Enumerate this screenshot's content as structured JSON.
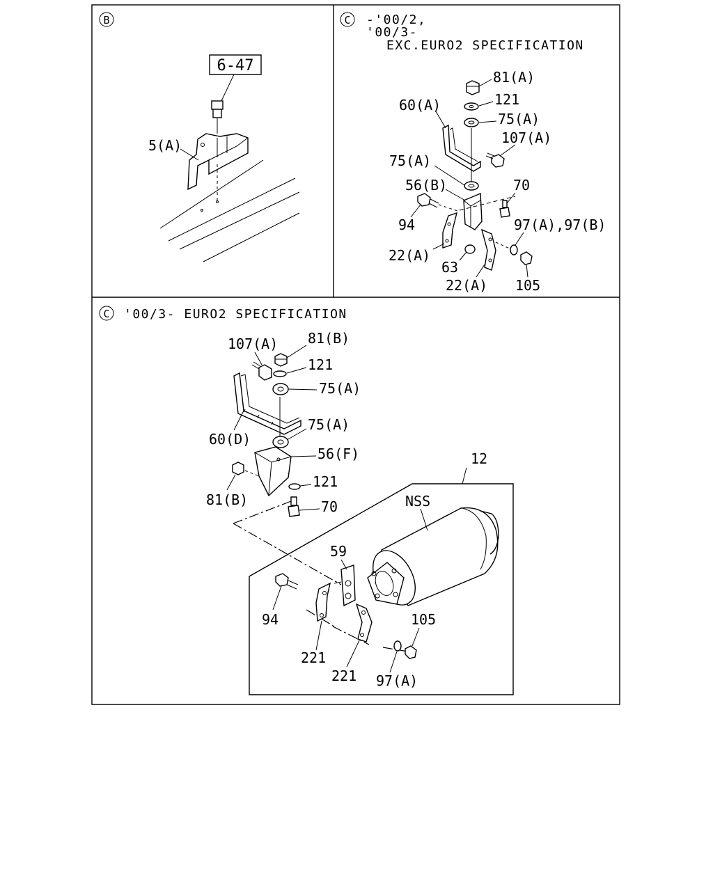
{
  "panels": {
    "b": {
      "marker": "B",
      "ref_box": "6-47",
      "labels": {
        "p5a": "5(A)"
      }
    },
    "c1": {
      "marker": "C",
      "header": [
        "-'00/2,",
        "'00/3-",
        "EXC.EURO2 SPECIFICATION"
      ],
      "labels": {
        "p81a": "81(A)",
        "p121": "121",
        "p60a": "60(A)",
        "p75a_top": "75(A)",
        "p107a": "107(A)",
        "p75a_mid": "75(A)",
        "p56b": "56(B)",
        "p70": "70",
        "p94": "94",
        "p97": "97(A),97(B)",
        "p22a_left": "22(A)",
        "p63": "63",
        "p22a_right": "22(A)",
        "p105": "105"
      }
    },
    "c2": {
      "marker": "C",
      "header": "'00/3- EURO2 SPECIFICATION",
      "labels": {
        "p107a": "107(A)",
        "p81b_top": "81(B)",
        "p121_top": "121",
        "p75a_top": "75(A)",
        "p60d": "60(D)",
        "p75a_mid": "75(A)",
        "p56f": "56(F)",
        "p121_mid": "121",
        "p81b_left": "81(B)",
        "p70": "70",
        "p12": "12",
        "pnss": "NSS",
        "p59": "59",
        "p94": "94",
        "p105": "105",
        "p221_a": "221",
        "p221_b": "221",
        "p97a": "97(A)"
      }
    }
  }
}
